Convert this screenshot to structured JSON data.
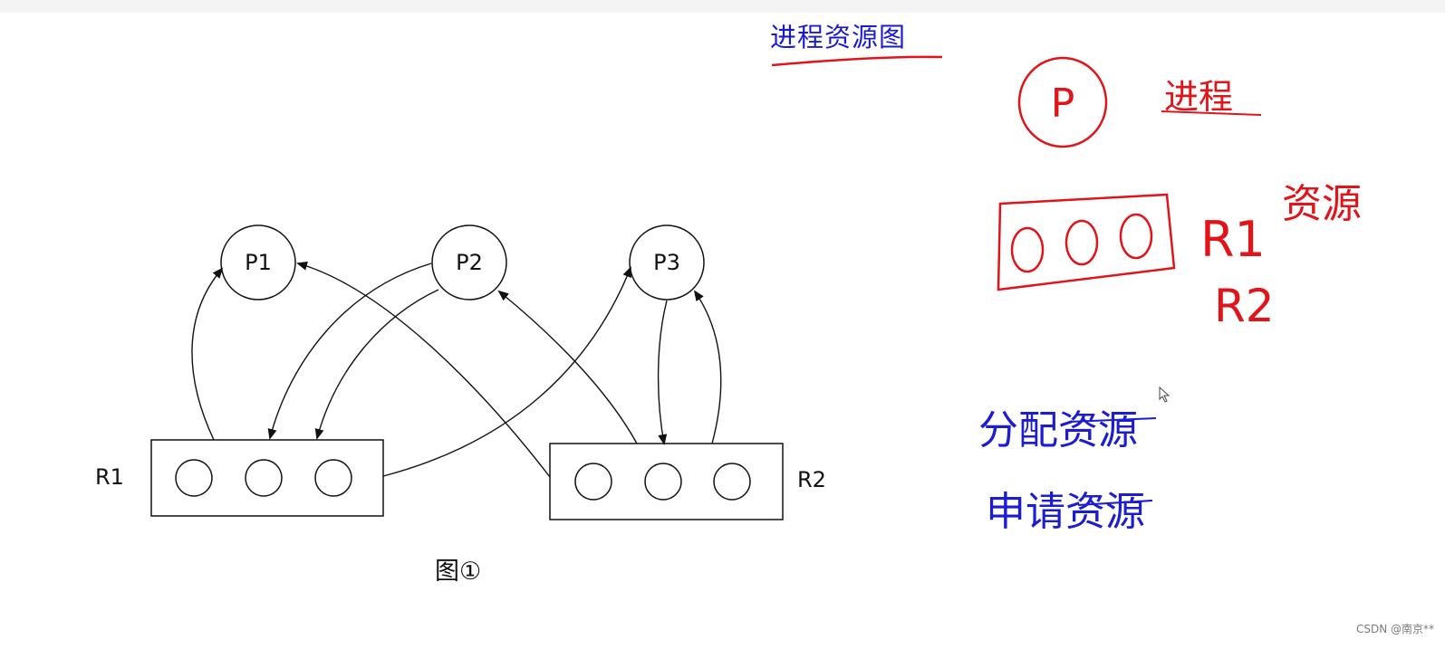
{
  "title": "进程资源图",
  "figure_caption": "图①",
  "watermark": "CSDN @南京**",
  "diagram": {
    "processes": [
      "P1",
      "P2",
      "P3"
    ],
    "resources": [
      "R1",
      "R2"
    ]
  },
  "legend": {
    "process_symbol": "P",
    "process_label": "进程",
    "resource_label": "资源",
    "resource_names": [
      "R1",
      "R2"
    ]
  },
  "notes": [
    "分配资源",
    "申请资源"
  ],
  "colors": {
    "annotation_red": "#e1141a",
    "annotation_blue": "#1c1cd2",
    "diagram_ink": "#111111"
  }
}
